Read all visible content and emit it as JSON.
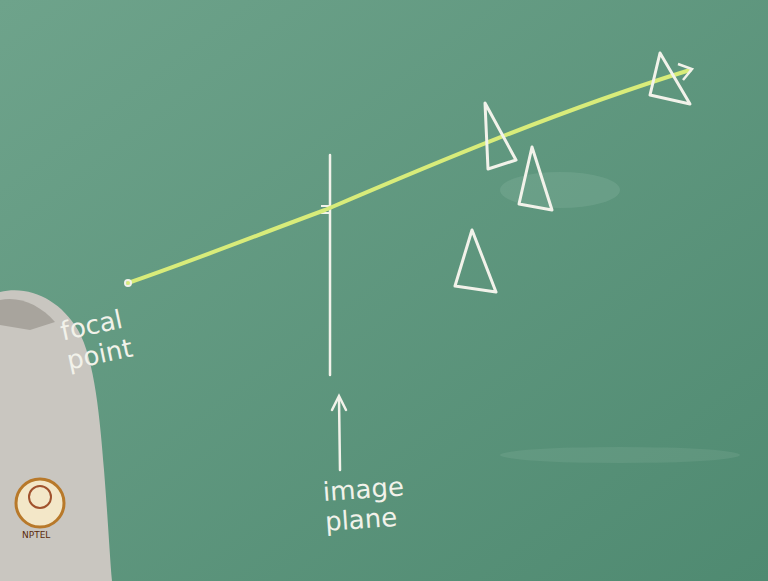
{
  "diagram": {
    "labels": [
      "focal point",
      "image plane",
      "NPTEL"
    ]
  }
}
